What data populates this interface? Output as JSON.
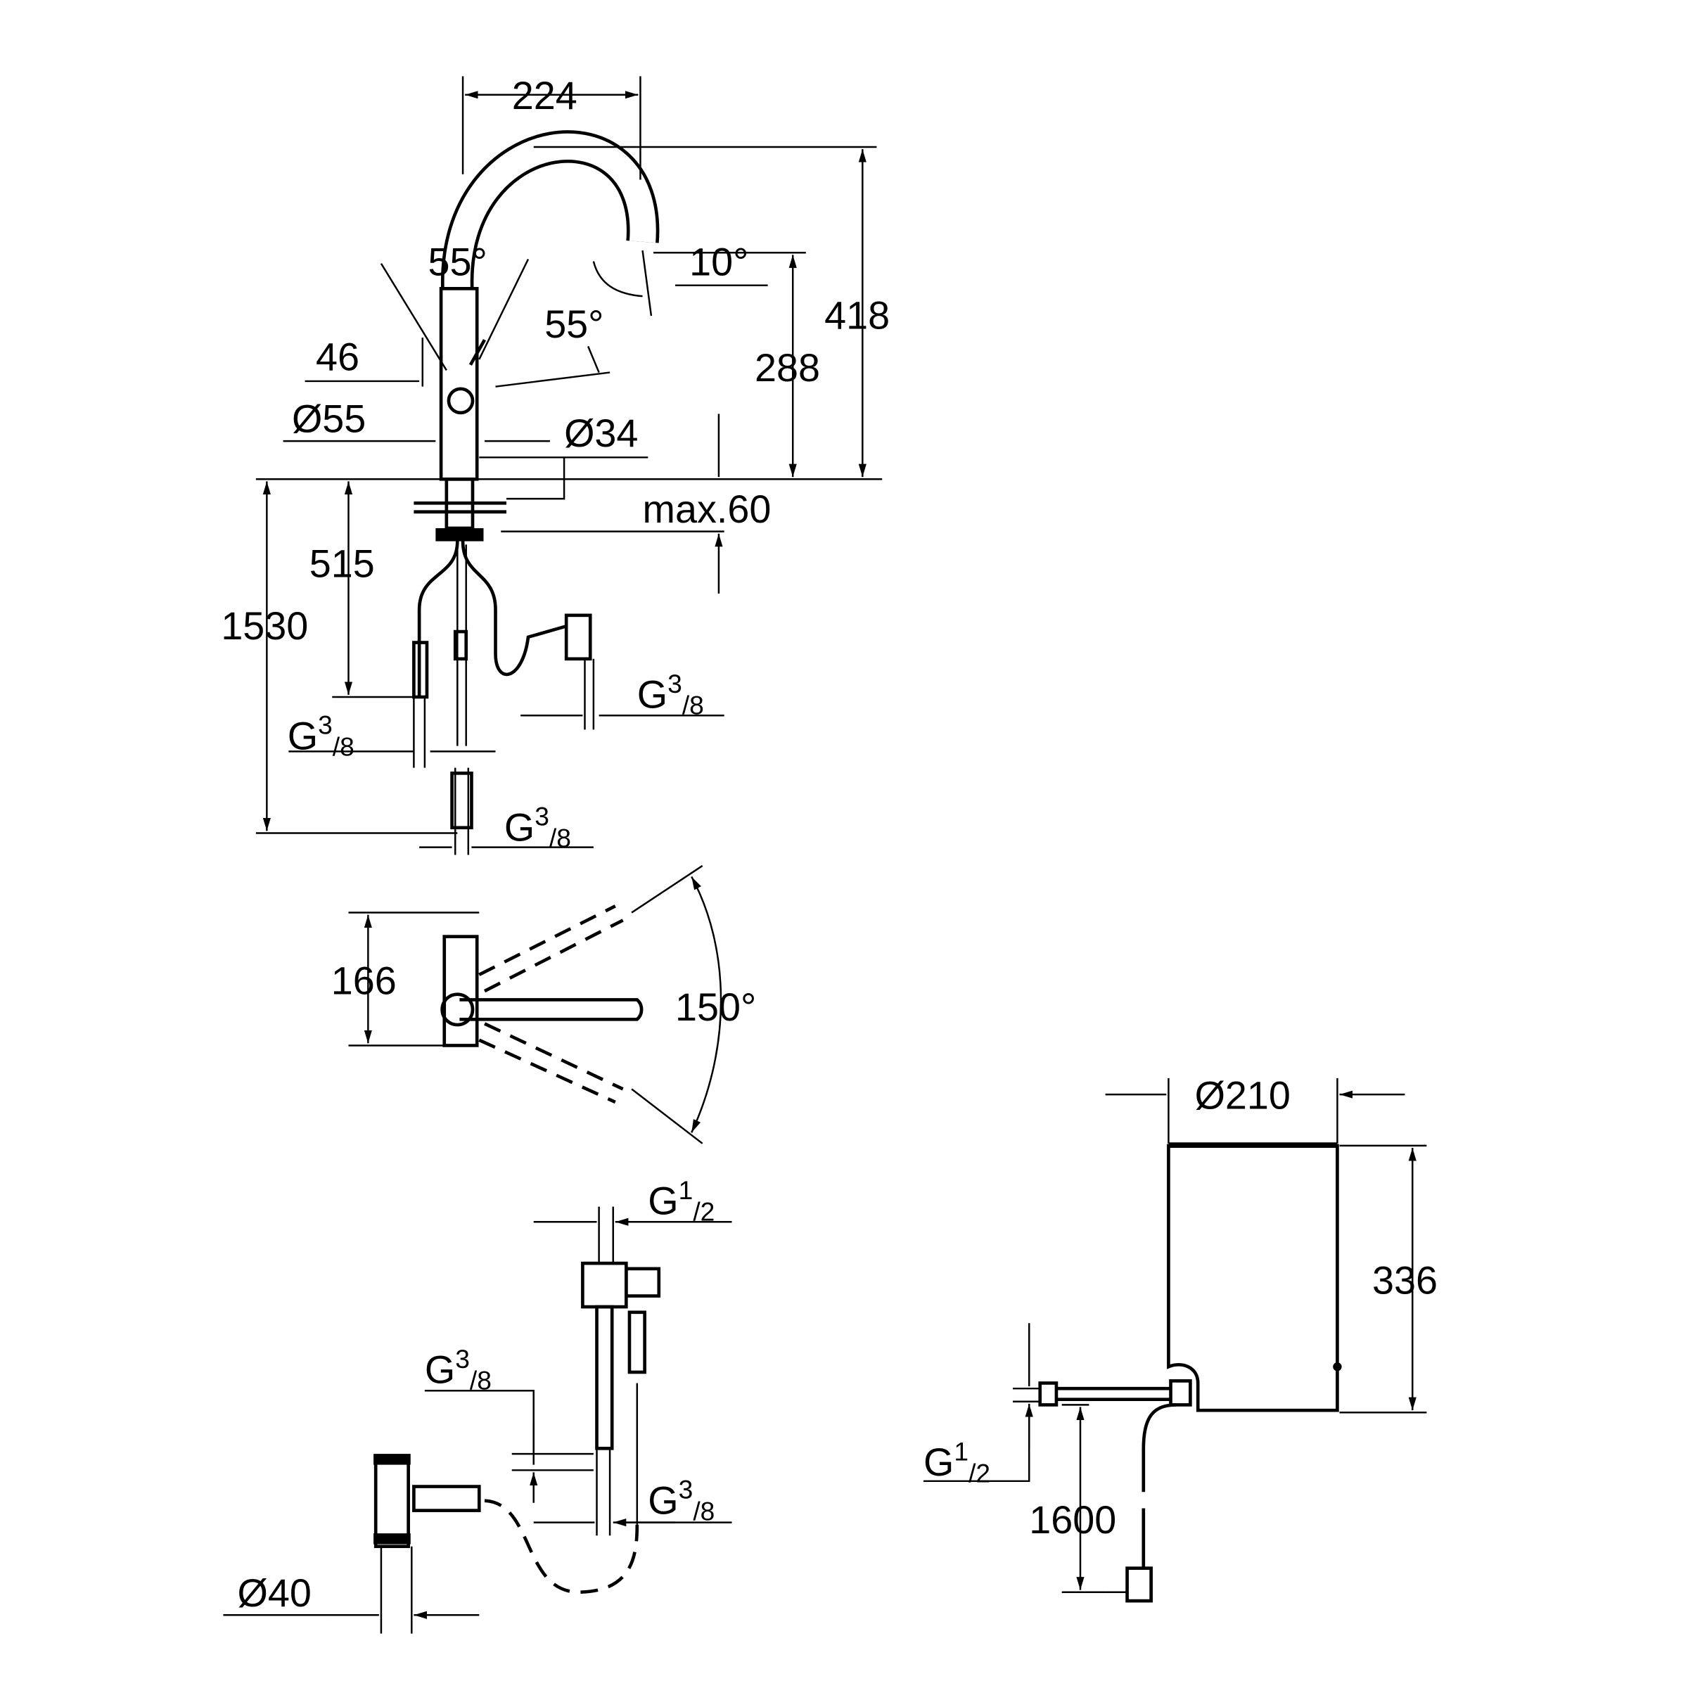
{
  "side_view": {
    "width_224": "224",
    "height_418": "418",
    "angle_left": "55°",
    "angle_right": "55°",
    "angle_spout": "10°",
    "height_288": "288",
    "dim_46": "46",
    "dia_55": "Ø55",
    "dia_34": "Ø34",
    "max_60": "max.60",
    "dim_515": "515",
    "dim_1530": "1530",
    "thread_a": {
      "label": "G",
      "num": "3",
      "den": "/8"
    },
    "thread_b": {
      "label": "G",
      "num": "3",
      "den": "/8"
    },
    "thread_c": {
      "label": "G",
      "num": "3",
      "den": "/8"
    }
  },
  "top_view": {
    "dim_166": "166",
    "angle_150": "150°"
  },
  "valve_view": {
    "thread_inlet": {
      "label": "G",
      "num": "1",
      "den": "/2"
    },
    "thread_left": {
      "label": "G",
      "num": "3",
      "den": "/8"
    },
    "thread_right": {
      "label": "G",
      "num": "3",
      "den": "/8"
    },
    "dia_40": "Ø40"
  },
  "boiler_view": {
    "dia_210": "Ø210",
    "height_336": "336",
    "thread": {
      "label": "G",
      "num": "1",
      "den": "/2"
    },
    "cable_1600": "1600"
  }
}
